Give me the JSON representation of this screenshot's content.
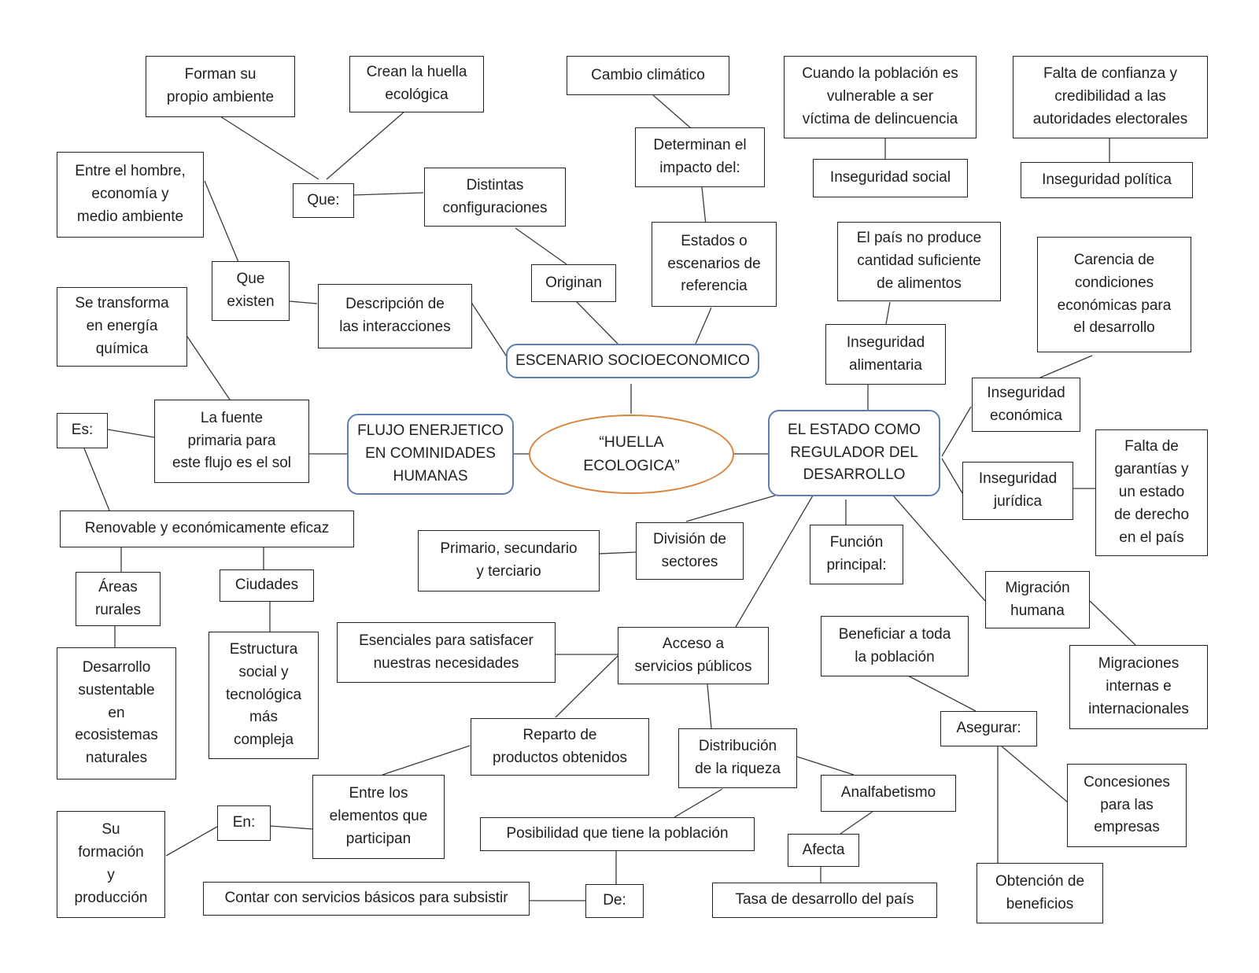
{
  "colors": {
    "center_border": "#d8843a",
    "main_border": "#5b7fb0",
    "line": "#3a3a3a",
    "box_border": "#222222"
  },
  "nodes": {
    "center": "“HUELLA\nECOLOGICA”",
    "flujo": "FLUJO ENERJETICO\nEN COMINIDADES\nHUMANAS",
    "escenario": "ESCENARIO SOCIOECONOMICO",
    "estado": "EL ESTADO  COMO\nREGULADOR DEL\nDESARROLLO",
    "forman": "Forman su\npropio ambiente",
    "crean": "Crean la huella\necológica",
    "que": "Que:",
    "distintas": "Distintas\nconfiguraciones",
    "entre_hombre": "Entre el hombre,\neconomía y\nmedio ambiente",
    "que_existen": "Que\nexisten",
    "descripcion": "Descripción de\nlas interacciones",
    "originan": "Originan",
    "cambio": "Cambio climático",
    "determinan": "Determinan el\nimpacto del:",
    "estados": "Estados o\nescenarios de\nreferencia",
    "cuando": "Cuando la población es\nvulnerable a ser\nvíctima de delincuencia",
    "inseg_social": "Inseguridad social",
    "falta_confianza": "Falta de confianza y\ncredibilidad a las\nautoridades electorales",
    "inseg_politica": "Inseguridad política",
    "pais_no": "El país no produce\ncantidad suficiente\nde alimentos",
    "inseg_alimentaria": "Inseguridad\nalimentaria",
    "carencia": "Carencia de\ncondiciones\neconómicas para\nel desarrollo",
    "inseg_economica": "Inseguridad\neconómica",
    "inseg_juridica": "Inseguridad\njurídica",
    "falta_garantias": "Falta de\ngarantías y\nun estado\nde derecho\nen el país",
    "se_transforma": "Se transforma\nen energía\nquímica",
    "fuente": "La fuente\nprimaria para\neste flujo es el sol",
    "es": "Es:",
    "renovable": "Renovable y económicamente eficaz",
    "areas": "Áreas\nrurales",
    "ciudades": "Ciudades",
    "desarrollo": "Desarrollo\nsustentable\nen\necosistemas\nnaturales",
    "estructura": "Estructura\nsocial y\ntecnológica\nmás\ncompleja",
    "primario": "Primario, secundario\ny terciario",
    "division": "División de\nsectores",
    "funcion": "Función\nprincipal:",
    "migracion": "Migración\nhumana",
    "migraciones": "Migraciones\ninternas e\ninternacionales",
    "esenciales": "Esenciales para satisfacer\nnuestras necesidades",
    "acceso": "Acceso a\nservicios públicos",
    "beneficiar": "Beneficiar a toda\nla población",
    "asegurar": "Asegurar:",
    "reparto": "Reparto de\nproductos obtenidos",
    "distribucion": "Distribución\nde la riqueza",
    "analfabetismo": "Analfabetismo",
    "concesiones": "Concesiones\npara las\nempresas",
    "entre_los": "Entre los\nelementos que\nparticipan",
    "en": "En:",
    "su_formacion": "Su\nformación\ny\nproducción",
    "posibilidad": "Posibilidad que tiene la población",
    "afecta": "Afecta",
    "contar": "Contar con servicios básicos para subsistir",
    "de": "De:",
    "tasa": "Tasa de desarrollo del país",
    "obtencion": "Obtención de\nbeneficios"
  }
}
